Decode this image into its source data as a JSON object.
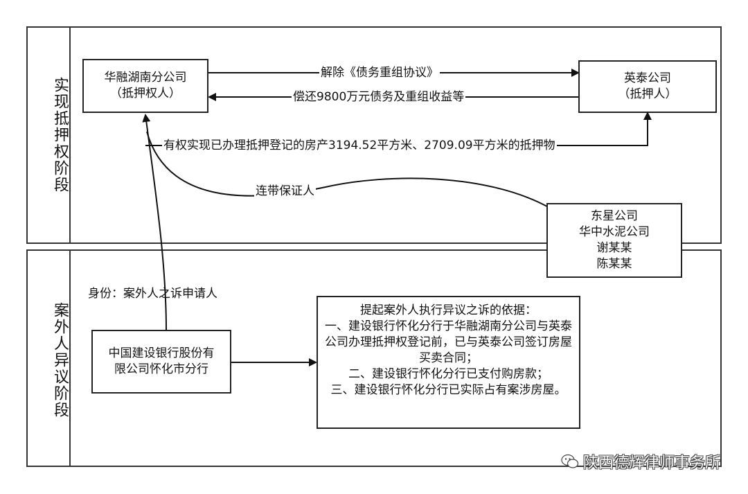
{
  "lanes": [
    {
      "label": "实现抵押权阶段"
    },
    {
      "label": "案外人异议阶段"
    }
  ],
  "nodes": {
    "mortgagee": "华融湖南分公司\n（抵押权人）",
    "mortgagor": "英泰公司\n（抵押人）",
    "guarantors": "东星公司\n华中水泥公司\n谢某某\n陈某某",
    "ccb": "中国建设银行股份有\n限公司怀化市分行",
    "basis": "提起案外人执行异议之诉的依据：\n一、建设银行怀化分行于华融湖南分公司与英泰公司办理抵押权登记前，已与英泰公司签订房屋买卖合同；\n二、建设银行怀化分行已支付购房款；\n三、建设银行怀化分行已实际占有案涉房屋。"
  },
  "edges": {
    "rescind": "解除《债务重组协议》",
    "repay": "偿还9800万元债务及重组收益等",
    "realize": "有权实现已办理抵押登记的房产3194.52平方米、2709.09平方米的抵押物",
    "joint_guarantor": "连带保证人",
    "identity": "身份：案外人之诉申请人"
  },
  "watermark": {
    "text": "陕西德辉律师事务所",
    "icon": "wechat-icon"
  }
}
